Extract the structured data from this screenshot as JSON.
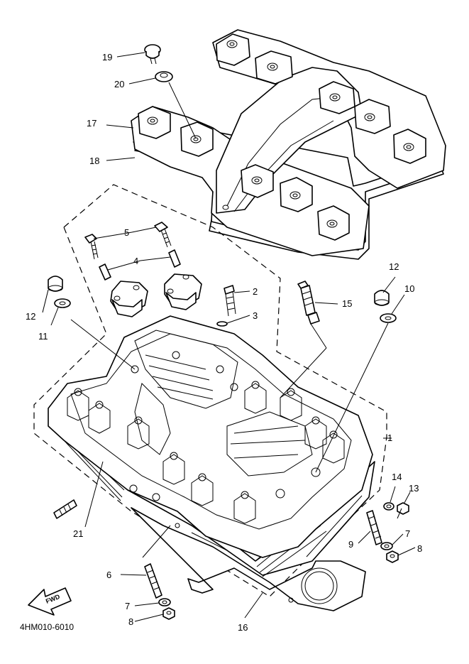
{
  "diagram": {
    "drawing_code": "4HM010-6010",
    "fwd_label": "FWD",
    "callouts": [
      "1",
      "2",
      "3",
      "4",
      "5",
      "6",
      "7",
      "8",
      "9",
      "10",
      "11",
      "12",
      "13",
      "14",
      "15",
      "16",
      "17",
      "18",
      "19",
      "20",
      "21"
    ]
  }
}
